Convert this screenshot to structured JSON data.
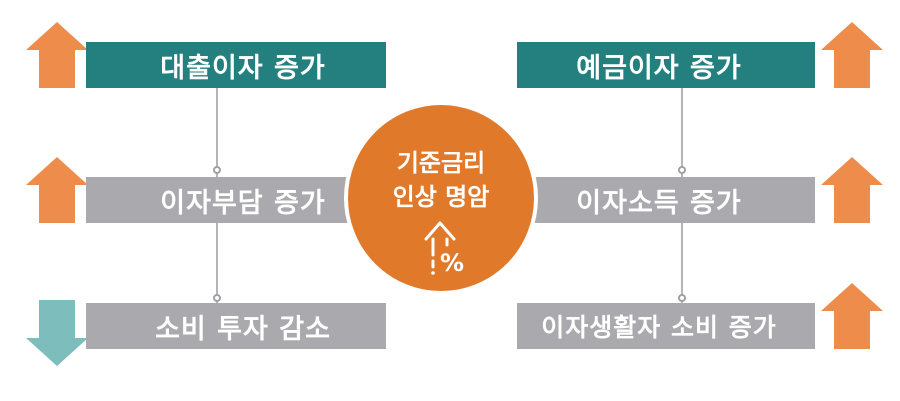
{
  "center": {
    "line1": "기준금리",
    "line2": "인상 명암",
    "icon": "percent-up-arrow-icon",
    "icon_glyph": "%"
  },
  "left": {
    "items": [
      {
        "label": "대출이자 증가",
        "direction": "up"
      },
      {
        "label": "이자부담 증가",
        "direction": "up"
      },
      {
        "label": "소비 투자 감소",
        "direction": "down"
      }
    ]
  },
  "right": {
    "items": [
      {
        "label": "예금이자 증가",
        "direction": "up"
      },
      {
        "label": "이자소득 증가",
        "direction": "up"
      },
      {
        "label": "이자생활자 소비 증가",
        "direction": "up"
      }
    ]
  },
  "colors": {
    "teal": "#23807f",
    "gray": "#a9a9ae",
    "orange": "#e07a2a",
    "up_arrow": "#ee8d4b",
    "down_arrow": "#7dbdbb"
  }
}
